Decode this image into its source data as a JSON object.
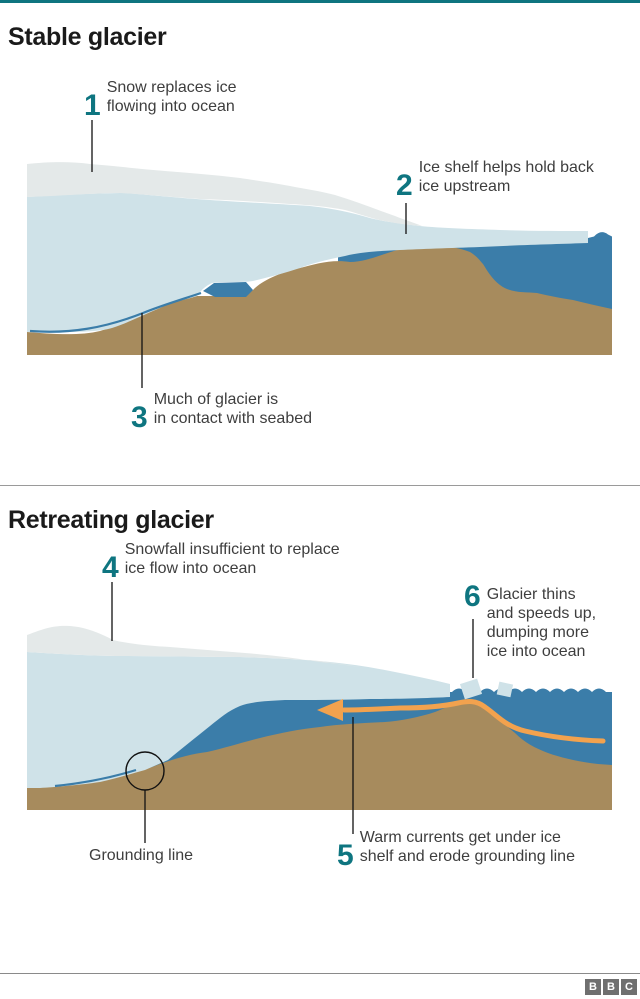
{
  "colors": {
    "accent_teal": "#0e7580",
    "ocean": "#3b7da9",
    "ice": "#cfe2e8",
    "snow": "#e4e9e9",
    "seabed": "#a78b5d",
    "warm_current": "#f2a24e",
    "title_text": "#1a1a1a",
    "body_text": "#3e3e3e",
    "divider": "#9a9a9a",
    "logo_gray": "#6f6f6f"
  },
  "sections": {
    "stable": {
      "title": "Stable glacier",
      "labels": {
        "l1": {
          "num": "1",
          "line1": "Snow replaces ice",
          "line2": "flowing into ocean"
        },
        "l2": {
          "num": "2",
          "line1": "Ice shelf helps hold back",
          "line2": "ice upstream"
        },
        "l3": {
          "num": "3",
          "line1": "Much of glacier is",
          "line2": "in contact with seabed"
        }
      }
    },
    "retreating": {
      "title": "Retreating glacier",
      "labels": {
        "l4": {
          "num": "4",
          "line1": "Snowfall insufficient to replace",
          "line2": "ice flow into ocean"
        },
        "l5": {
          "num": "5",
          "line1": "Warm currents get under ice",
          "line2": "shelf and erode grounding line"
        },
        "l6": {
          "num": "6",
          "line1": "Glacier thins",
          "line2": "and speeds up,",
          "line3": "dumping more",
          "line4": "ice into ocean"
        },
        "grounding": "Grounding line"
      }
    }
  },
  "footer": {
    "logo": {
      "b1": "B",
      "b2": "B",
      "b3": "C"
    }
  }
}
